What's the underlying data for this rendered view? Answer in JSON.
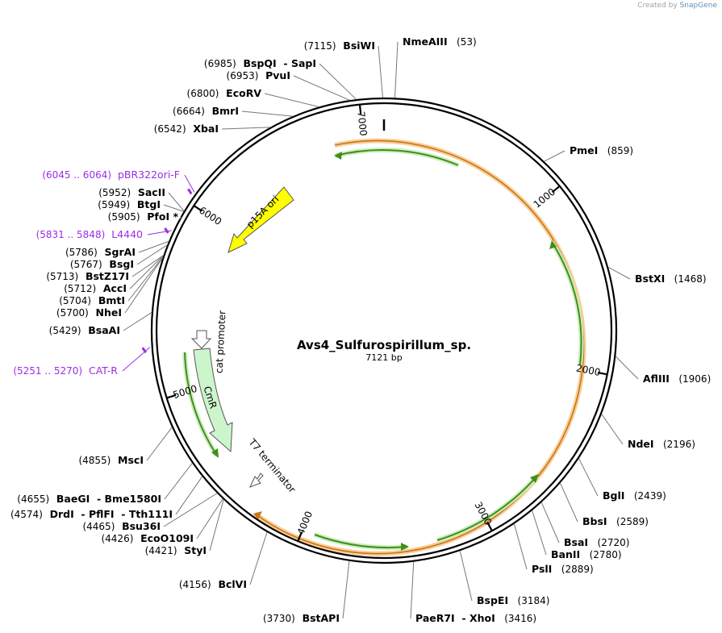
{
  "credit": {
    "prefix": "Created by",
    "brand": "SnapGene"
  },
  "plasmid": {
    "name": "Avs4_Sulfurospirillum_sp.",
    "length_label": "7121 bp",
    "length": 7121
  },
  "ticks": [
    {
      "bp": 1000,
      "label": "1000"
    },
    {
      "bp": 2000,
      "label": "2000"
    },
    {
      "bp": 3000,
      "label": "3000"
    },
    {
      "bp": 4000,
      "label": "4000"
    },
    {
      "bp": 5000,
      "label": "5000"
    },
    {
      "bp": 6000,
      "label": "6000"
    },
    {
      "bp": 7000,
      "label": "7000"
    }
  ],
  "enzymes": [
    {
      "id": "BsiWI",
      "name": "BsiWI",
      "pos": "(7115)",
      "bp": 7115
    },
    {
      "id": "NmeAIII",
      "name": "NmeAIII",
      "pos": "(53)",
      "bp": 53
    },
    {
      "id": "BspQI",
      "name": "BspQI",
      "sep": "-",
      "name2": "SapI",
      "pos": "(6985)",
      "bp": 6985
    },
    {
      "id": "PvuI",
      "name": "PvuI",
      "pos": "(6953)",
      "bp": 6953
    },
    {
      "id": "EcoRV",
      "name": "EcoRV",
      "pos": "(6800)",
      "bp": 6800
    },
    {
      "id": "BmrI",
      "name": "BmrI",
      "pos": "(6664)",
      "bp": 6664
    },
    {
      "id": "XbaI",
      "name": "XbaI",
      "pos": "(6542)",
      "bp": 6542
    },
    {
      "id": "PmeI",
      "name": "PmeI",
      "pos": "(859)",
      "bp": 859
    },
    {
      "id": "SacII",
      "name": "SacII",
      "pos": "(5952)",
      "bp": 5952
    },
    {
      "id": "BtgI",
      "name": "BtgI",
      "pos": "(5949)",
      "bp": 5949
    },
    {
      "id": "PfoI",
      "name": "PfoI *",
      "pos": "(5905)",
      "bp": 5905
    },
    {
      "id": "SgrAI",
      "name": "SgrAI",
      "pos": "(5786)",
      "bp": 5786
    },
    {
      "id": "BsgI",
      "name": "BsgI",
      "pos": "(5767)",
      "bp": 5767
    },
    {
      "id": "BstZ17I",
      "name": "BstZ17I",
      "pos": "(5713)",
      "bp": 5713
    },
    {
      "id": "AccI",
      "name": "AccI",
      "pos": "(5712)",
      "bp": 5712
    },
    {
      "id": "BmtI",
      "name": "BmtI",
      "pos": "(5704)",
      "bp": 5704
    },
    {
      "id": "NheI",
      "name": "NheI",
      "pos": "(5700)",
      "bp": 5700
    },
    {
      "id": "BstXI",
      "name": "BstXI",
      "pos": "(1468)",
      "bp": 1468
    },
    {
      "id": "BsaAI",
      "name": "BsaAI",
      "pos": "(5429)",
      "bp": 5429
    },
    {
      "id": "AflIII",
      "name": "AflIII",
      "pos": "(1906)",
      "bp": 1906
    },
    {
      "id": "NdeI",
      "name": "NdeI",
      "pos": "(2196)",
      "bp": 2196
    },
    {
      "id": "MscI",
      "name": "MscI",
      "pos": "(4855)",
      "bp": 4855
    },
    {
      "id": "BglI",
      "name": "BglI",
      "pos": "(2439)",
      "bp": 2439
    },
    {
      "id": "BaeGI",
      "name": "BaeGI",
      "sep": "-",
      "name2": "Bme1580I",
      "pos": "(4655)",
      "bp": 4655
    },
    {
      "id": "DrdI",
      "name": "DrdI",
      "sep": "-",
      "name2": "PflFI",
      "sep2": "-",
      "name3": "Tth111I",
      "pos": "(4574)",
      "bp": 4574
    },
    {
      "id": "BbsI",
      "name": "BbsI",
      "pos": "(2589)",
      "bp": 2589
    },
    {
      "id": "Bsu36I",
      "name": "Bsu36I",
      "pos": "(4465)",
      "bp": 4465
    },
    {
      "id": "EcoO109I",
      "name": "EcoO109I",
      "pos": "(4426)",
      "bp": 4426
    },
    {
      "id": "StyI",
      "name": "StyI",
      "pos": "(4421)",
      "bp": 4421
    },
    {
      "id": "BsaI",
      "name": "BsaI",
      "pos": "(2720)",
      "bp": 2720
    },
    {
      "id": "BanII",
      "name": "BanII",
      "pos": "(2780)",
      "bp": 2780
    },
    {
      "id": "PslI",
      "name": "PslI",
      "pos": "(2889)",
      "bp": 2889
    },
    {
      "id": "BclVI",
      "name": "BclVI",
      "pos": "(4156)",
      "bp": 4156
    },
    {
      "id": "BspEI",
      "name": "BspEI",
      "pos": "(3184)",
      "bp": 3184
    },
    {
      "id": "BstAPI",
      "name": "BstAPI",
      "pos": "(3730)",
      "bp": 3730
    },
    {
      "id": "PaeR7I",
      "name": "PaeR7I",
      "sep": "-",
      "name2": "XhoI",
      "pos": "(3416)",
      "bp": 3416
    }
  ],
  "primers": [
    {
      "id": "pBR322ori-F",
      "name": "pBR322ori-F",
      "pos": "(6045 .. 6064)",
      "bp": 6055
    },
    {
      "id": "L4440",
      "name": "L4440",
      "pos": "(5831 .. 5848)",
      "bp": 5840
    },
    {
      "id": "CAT-R",
      "name": "CAT-R",
      "pos": "(5251 .. 5270)",
      "bp": 5260
    }
  ],
  "features": [
    {
      "id": "p15A-ori",
      "label": "p15A ori",
      "color": "#ffff00"
    },
    {
      "id": "CmR",
      "label": "CmR",
      "color": "#ccf5cc"
    },
    {
      "id": "cat-promoter",
      "label": "cat promoter",
      "color": "#ffffff"
    },
    {
      "id": "T7-terminator",
      "label": "T7 terminator",
      "color": "#ffffff"
    }
  ],
  "colors": {
    "backbone": "#000000",
    "orf_orange": "#f4a742",
    "orf_green": "#3f8f1a",
    "primer": "#9a2ee6",
    "leader": "#777777"
  }
}
